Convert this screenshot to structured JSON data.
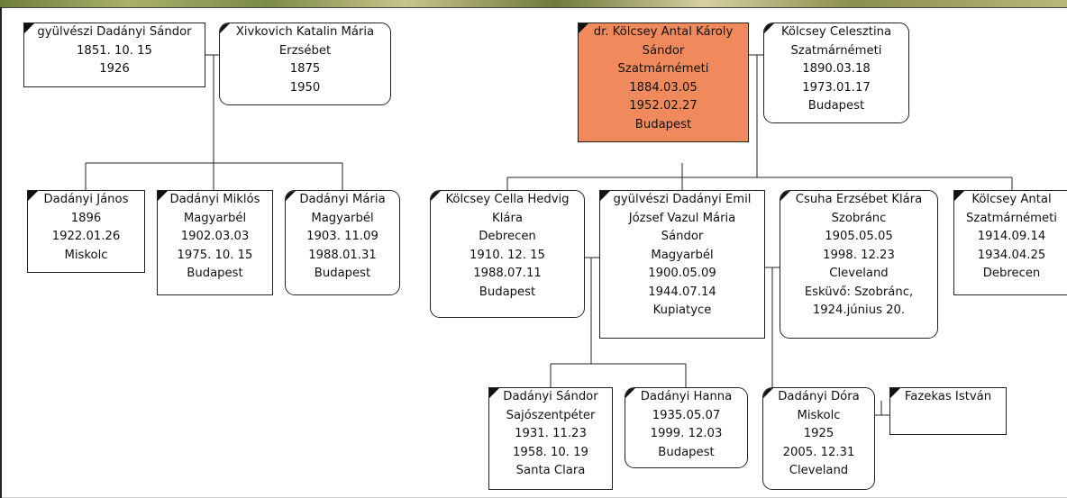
{
  "people": {
    "p_sandor_sr": {
      "lines": [
        "gyülvészi Dadányi Sándor",
        "1851. 10. 15",
        "1926"
      ]
    },
    "p_katalin": {
      "lines": [
        "Xivkovich Katalin Mária",
        "Erzsébet",
        "1875",
        "1950"
      ]
    },
    "p_antal_karoly": {
      "lines": [
        "dr. Kölcsey Antal Károly",
        "Sándor",
        "Szatmárnémeti",
        "1884.03.05",
        "1952.02.27",
        "Budapest"
      ]
    },
    "p_celesztina": {
      "lines": [
        "Kölcsey Celesztina",
        "Szatmárnémeti",
        "1890.03.18",
        "1973.01.17",
        "Budapest"
      ]
    },
    "p_janos": {
      "lines": [
        "Dadányi János",
        "1896",
        "1922.01.26",
        "Miskolc"
      ]
    },
    "p_miklos": {
      "lines": [
        "Dadányi Miklós",
        "Magyarbél",
        "1902.03.03",
        "1975. 10. 15",
        "Budapest"
      ]
    },
    "p_maria": {
      "lines": [
        "Dadányi Mária",
        "Magyarbél",
        "1903. 11.09",
        "1988.01.31",
        "Budapest"
      ]
    },
    "p_cella": {
      "lines": [
        "Kölcsey Cella Hedvig",
        "Klára",
        "Debrecen",
        "1910. 12. 15",
        "1988.07.11",
        "Budapest"
      ]
    },
    "p_emil": {
      "lines": [
        "gyülvészi Dadányi Emil",
        "József Vazul Mária",
        "Sándor",
        "Magyarbél",
        "1900.05.09",
        "1944.07.14",
        "Kupiatyce"
      ]
    },
    "p_erzsebet": {
      "lines": [
        "Csuha Erzsébet Klára",
        "Szobránc",
        "1905.05.05",
        "1998. 12.23",
        "Cleveland",
        "Esküvő: Szobránc,",
        "1924.június 20."
      ]
    },
    "p_antal": {
      "lines": [
        "Kölcsey Antal",
        "Szatmárnémeti",
        "1914.09.14",
        "1934.04.25",
        "Debrecen"
      ]
    },
    "p_sandor_jr": {
      "lines": [
        "Dadányi Sándor",
        "Sajószentpéter",
        "1931. 11.23",
        "1958. 10. 19",
        "Santa Clara"
      ]
    },
    "p_hanna": {
      "lines": [
        "Dadányi Hanna",
        "1935.05.07",
        "1999. 12.03",
        "Budapest"
      ]
    },
    "p_dora": {
      "lines": [
        "Dadányi Dóra",
        "Miskolc",
        "1925",
        "2005. 12.31",
        "Cleveland"
      ]
    },
    "p_istvan": {
      "lines": [
        "Fazekas István"
      ]
    }
  }
}
